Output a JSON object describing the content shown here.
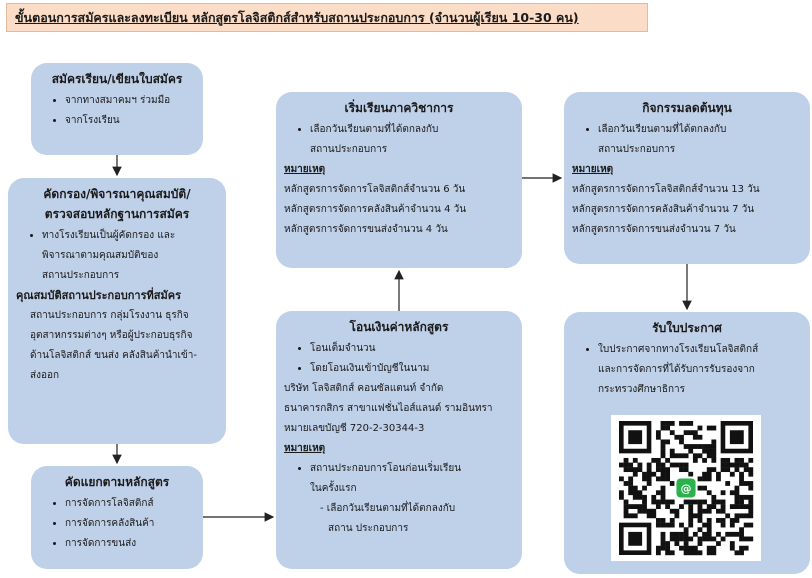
{
  "title": "ขั้นตอนการสมัครและลงทะเบียน หลักสูตรโลจิสติกส์สำหรับสถานประกอบการ (จำนวนผู้เรียน 10-30 คน)",
  "boxes": {
    "apply": {
      "heading": "สมัครเรียน/เขียนใบสมัคร",
      "items": [
        "จากทางสมาคมฯ ร่วมมือ",
        "จากโรงเรียน"
      ]
    },
    "screen": {
      "heading_1": "คัดกรอง/พิจารณาคุณสมบัติ/",
      "heading_2": "ตรวจสอบหลักฐานการสมัคร",
      "item_line1": "ทางโรงเรียนเป็นผู้คัดกรอง และ",
      "item_line2": "พิจารณาตามคุณสมบัติของ",
      "item_line3": "สถานประกอบการ",
      "subheading": "คุณสมบัติสถานประกอบการที่สมัคร",
      "desc_1": "สถานประกอบการ กลุ่มโรงงาน ธุรกิจ",
      "desc_2": "อุตสาหกรรมต่างๆ หรือผู้ประกอบธุรกิจ",
      "desc_3": "ด้านโลจิสติกส์ ขนส่ง คลังสินค้านำเข้า-",
      "desc_4": "ส่งออก"
    },
    "sort": {
      "heading": "คัดแยกตามหลักสูตร",
      "items": [
        "การจัดการโลจิสติกส์",
        "การจัดการคลังสินค้า",
        "การจัดการขนส่ง"
      ]
    },
    "pay": {
      "heading": "โอนเงินค่าหลักสูตร",
      "items": [
        "โอนเต็มจำนวน",
        "โดยโอนเงินเข้าบัญชีในนาม"
      ],
      "account_1": "บริษัท โลจิสติกส์ คอนซัลแตนท์ จำกัด",
      "account_2": "ธนาคารกสิกร สาขาแฟชั่นไอส์แลนด์ รามอินทรา",
      "account_3": "หมายเลขบัญชี 720-2-30344-3",
      "note_label": "หมายเหตุ",
      "note_line1": "สถานประกอบการโอนก่อนเริ่มเรียน",
      "note_line2": "ในครั้งแรก",
      "note_sub1": "- เลือกวันเรียนตามที่ได้ตกลงกับ",
      "note_sub2": "สถาน ประกอบการ"
    },
    "start": {
      "heading": "เริ่มเรียนภาควิชาการ",
      "item_line1": "เลือกวันเรียนตามที่ได้ตกลงกับ",
      "item_line2": "สถานประกอบการ",
      "note_label": "หมายเหตุ",
      "notes": [
        "หลักสูตรการจัดการโลจิสติกส์จำนวน 6 วัน",
        "หลักสูตรการจัดการคลังสินค้าจำนวน 4 วัน",
        "หลักสูตรการจัดการขนส่งจำนวน 4 วัน"
      ]
    },
    "cost": {
      "heading": "กิจกรรมลดต้นทุน",
      "item_line1": "เลือกวันเรียนตามที่ได้ตกลงกับ",
      "item_line2": "สถานประกอบการ",
      "note_label": "หมายเหตุ",
      "notes": [
        "หลักสูตรการจัดการโลจิสติกส์จำนวน 13 วัน",
        "หลักสูตรการจัดการคลังสินค้าจำนวน 7 วัน",
        "หลักสูตรการจัดการขนส่งจำนวน 7 วัน"
      ]
    },
    "cert": {
      "heading": "รับใบประกาศ",
      "item_line1": "ใบประกาศจากทางโรงเรียนโลจิสติกส์",
      "item_line2": "และการจัดการที่ได้รับการรับรองจาก",
      "item_line3": "กระทรวงศึกษาธิการ"
    }
  },
  "colors": {
    "box": "#bfd0e9",
    "title_bg": "#fbdcc6",
    "qr_accent": "#2bb24c"
  },
  "icons": {
    "qr": "qr-code-icon",
    "line_badge": "at-badge-icon"
  }
}
